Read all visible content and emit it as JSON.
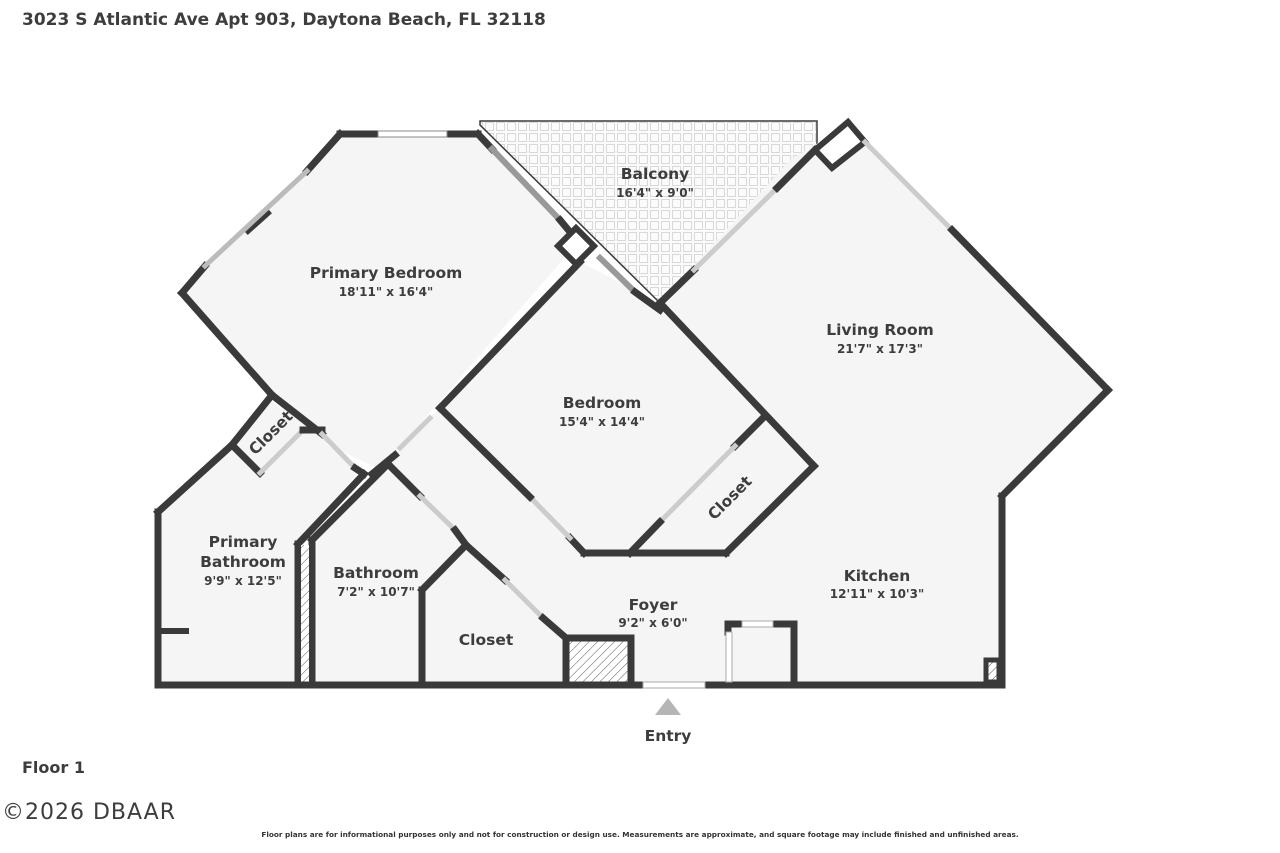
{
  "header": {
    "address": "3023 S Atlantic Ave Apt 903, Daytona Beach, FL 32118"
  },
  "floor": {
    "label": "Floor 1"
  },
  "rooms": {
    "primary_bedroom": {
      "name": "Primary Bedroom",
      "dims": "18'11\" x 16'4\""
    },
    "balcony": {
      "name": "Balcony",
      "dims": "16'4\" x 9'0\""
    },
    "living_room": {
      "name": "Living Room",
      "dims": "21'7\" x 17'3\""
    },
    "bedroom": {
      "name": "Bedroom",
      "dims": "15'4\" x 14'4\""
    },
    "bedroom_closet": {
      "name": "Closet"
    },
    "primary_closet": {
      "name": "Closet"
    },
    "primary_bathroom": {
      "name_line1": "Primary",
      "name_line2": "Bathroom",
      "dims": "9'9\" x 12'5\""
    },
    "bathroom": {
      "name": "Bathroom",
      "dims": "7'2\" x 10'7\""
    },
    "hall_closet": {
      "name": "Closet"
    },
    "foyer": {
      "name": "Foyer",
      "dims": "9'2\" x 6'0\""
    },
    "kitchen": {
      "name": "Kitchen",
      "dims": "12'11\" x 10'3\""
    }
  },
  "entry": {
    "label": "Entry",
    "icon": "entry-arrow-icon"
  },
  "footer": {
    "copyright": "©2026 DBAAR",
    "disclaimer": "Floor plans are for informational purposes only and not for construction or design use. Measurements are approximate, and square footage may include finished and unfinished areas."
  },
  "colors": {
    "wall": "#3a3a3a",
    "floor_fill": "#f5f5f5",
    "balcony_fill": "#fafafa",
    "entry_arrow": "#b5b5b5"
  }
}
